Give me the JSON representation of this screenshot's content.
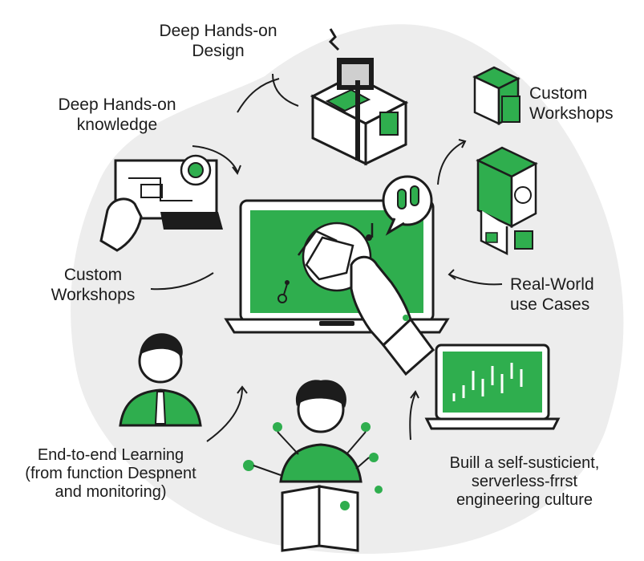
{
  "labels": {
    "design": "Deep Hands-on\nDesign",
    "knowledge": "Deep Hands-on\nknowledge",
    "workshops_right": "Custom\nWorkshops",
    "workshops_left": "Custom\nWorkshops",
    "real_world": "Real-World\nuse Cases",
    "learning": "End-to-end Learning\n(from function Despnent\nand monitoring)",
    "culture": "Buill a self-susticient,\nserverless-frrst\nengineering culture"
  },
  "colors": {
    "accent": "#2fae4e",
    "ink": "#1c1c1c",
    "blob": "#ededed"
  },
  "icons": [
    "laptop-icon",
    "hand-icon",
    "music-note-icon",
    "gear-icon",
    "chart-icon",
    "book-icon",
    "server-icon",
    "box-icon",
    "person-icon"
  ]
}
